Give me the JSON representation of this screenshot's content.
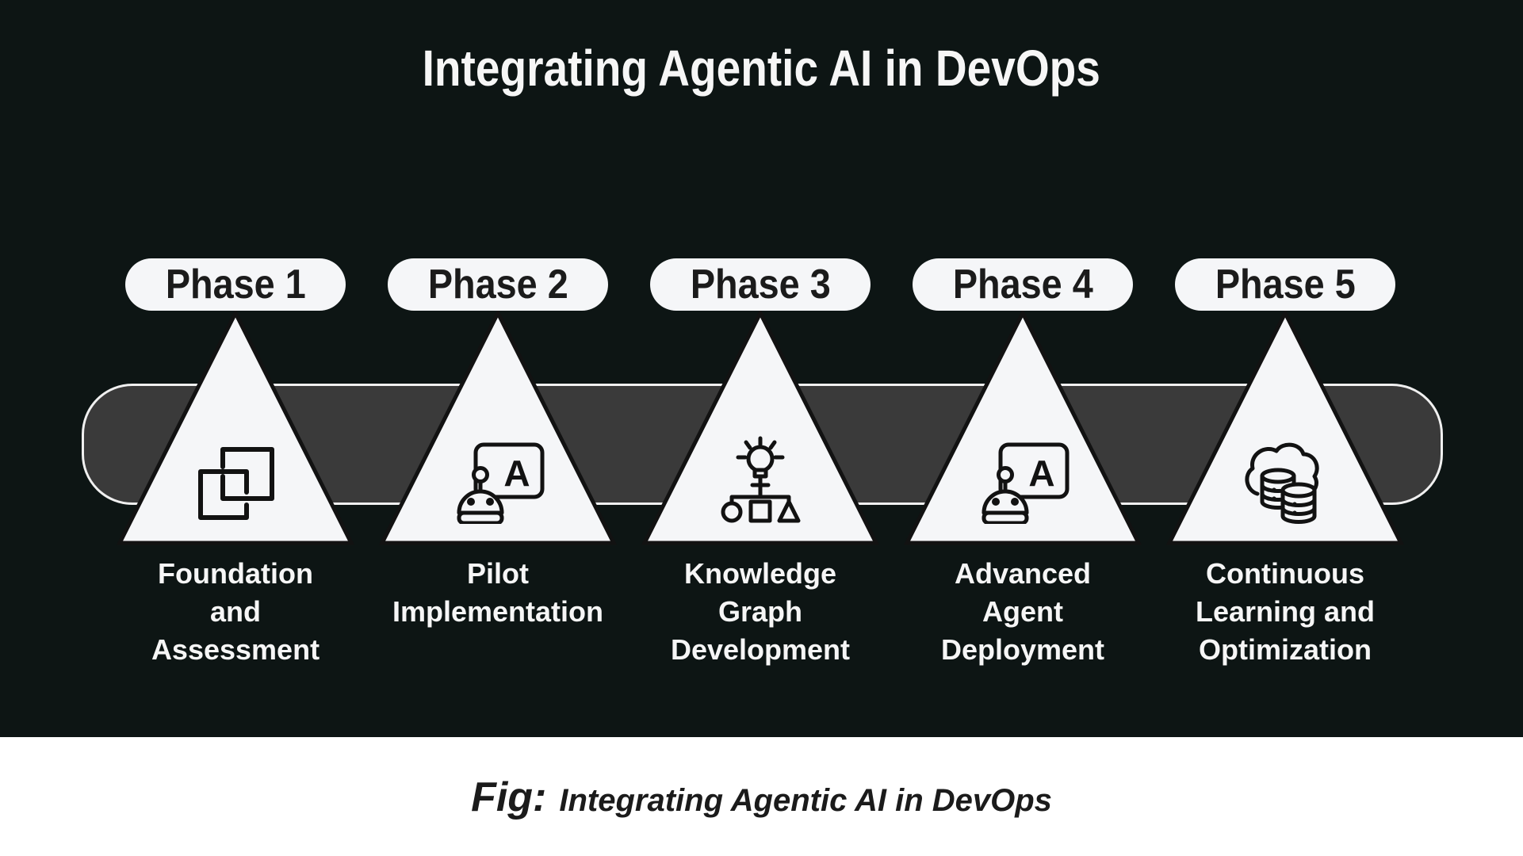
{
  "title": "Integrating Agentic AI in DevOps",
  "phases": [
    {
      "badge": "Phase 1",
      "icon": "overlapping-squares-icon",
      "label_lines": [
        "Foundation",
        "and",
        "Assessment"
      ]
    },
    {
      "badge": "Phase 2",
      "icon": "robot-screen-icon",
      "screen_letter": "A",
      "label_lines": [
        "Pilot",
        "Implementation"
      ]
    },
    {
      "badge": "Phase 3",
      "icon": "idea-taxonomy-icon",
      "label_lines": [
        "Knowledge",
        "Graph",
        "Development"
      ]
    },
    {
      "badge": "Phase 4",
      "icon": "robot-screen-icon",
      "screen_letter": "A",
      "label_lines": [
        "Advanced",
        "Agent",
        "Deployment"
      ]
    },
    {
      "badge": "Phase 5",
      "icon": "cloud-databases-icon",
      "label_lines": [
        "Continuous",
        "Learning and",
        "Optimization"
      ]
    }
  ],
  "caption": {
    "prefix": "Fig:",
    "text": "Integrating Agentic AI in DevOps"
  },
  "colors": {
    "background": "#0d1514",
    "timeline_bar": "#3a3a3a",
    "bar_outline": "#f0f0f0",
    "shape_fill": "#f5f6f8",
    "shape_stroke": "#121212",
    "dark_text": "#1b1b1b",
    "light_text": "#f6f6f6",
    "footer_background": "#ffffff"
  }
}
